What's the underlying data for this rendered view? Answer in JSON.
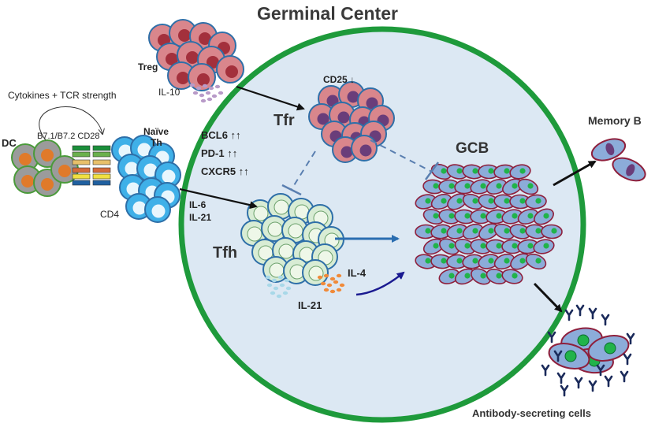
{
  "title": "Germinal Center",
  "labels": {
    "treg": "Treg",
    "il10": "IL-10",
    "cytokines_tcr": "Cytokines + TCR strength",
    "dc": "DC",
    "b7_cd28": "B7.1/B7.2 CD28",
    "naive_th_1": "Naïve",
    "naive_th_2": "Th",
    "cd4": "CD4",
    "cd25": "CD25 ↓",
    "tfr": "Tfr",
    "bcl6": "BCL6 ↑↑",
    "pd1": "PD-1 ↑↑",
    "cxcr5": "CXCR5 ↑↑",
    "il6": "IL-6",
    "il21_left": "IL-21",
    "tfh": "Tfh",
    "il4": "IL-4",
    "il21_bottom": "IL-21",
    "gcb": "GCB",
    "memory_b": "Memory B",
    "antibody_cells": "Antibody-secreting cells"
  },
  "colors": {
    "gc_fill": "#dce8f3",
    "gc_border": "#1e9a3b",
    "treg_fill": "#d9868c",
    "treg_nucleus": "#a3303c",
    "tfr_nucleus": "#6a3d7a",
    "cell_border": "#2e6fa8",
    "naive_fill": "#3fb0e8",
    "tfh_fill": "#d8ecd4",
    "gcb_fill": "#8cacd9",
    "gcb_border": "#8e1f3c",
    "gcb_nucleus": "#21b34a",
    "dc_fill": "#9b9b9b",
    "dc_nucleus": "#e07a2a",
    "dc_border": "#4a9a3a",
    "il4_dots": "#f08a3a",
    "il21_dots": "#a8d8e8",
    "il10_dots": "#b89ac8",
    "arrow": "#111111",
    "dashed": "#5a7fb0",
    "blue_arrow": "#2a6db0",
    "curve_arrow": "#1a1a90",
    "antibody": "#1a2a5a"
  }
}
